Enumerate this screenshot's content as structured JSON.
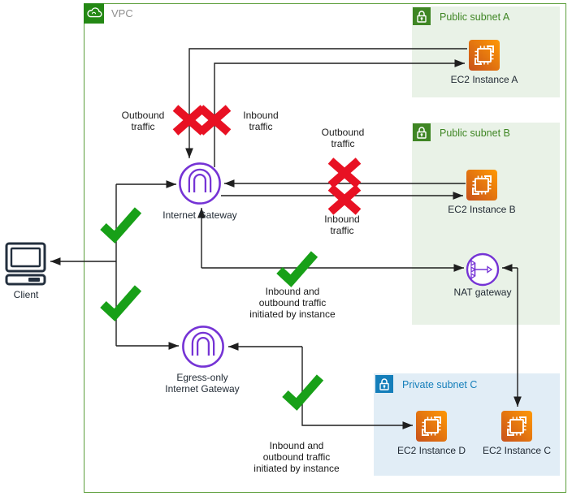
{
  "vpc": {
    "label": "VPC"
  },
  "subnets": {
    "a": {
      "label": "Public subnet A",
      "type": "public"
    },
    "b": {
      "label": "Public subnet B",
      "type": "public"
    },
    "c": {
      "label": "Private subnet C",
      "type": "private"
    }
  },
  "nodes": {
    "client": {
      "label": "Client"
    },
    "internet_gateway": {
      "label": "Internet Gateway"
    },
    "egress_only_internet_gateway": {
      "label": "Egress-only Internet Gateway"
    },
    "nat_gateway": {
      "label": "NAT gateway"
    },
    "ec2_a": {
      "label": "EC2 Instance A"
    },
    "ec2_b": {
      "label": "EC2 Instance B"
    },
    "ec2_c": {
      "label": "EC2 Instance C"
    },
    "ec2_d": {
      "label": "EC2 Instance D"
    }
  },
  "annotations": {
    "outbound_a": "Outbound traffic",
    "inbound_a": "Inbound traffic",
    "outbound_b": "Outbound traffic",
    "inbound_b": "Inbound traffic",
    "nat_flow": "Inbound and outbound traffic initiated by instance",
    "eigw_flow": "Inbound and outbound traffic initiated by instance"
  },
  "icons": {
    "vpc": "cloud-icon",
    "public_subnet": "lock-icon",
    "private_subnet": "lock-icon",
    "internet_gateway": "gateway-arch-icon",
    "egress_only_internet_gateway": "gateway-arch-icon",
    "nat_gateway": "nat-routing-icon",
    "ec2": "chip-icon",
    "client": "desktop-computer-icon",
    "allowed": "check-icon",
    "blocked": "cross-icon"
  },
  "colors": {
    "vpc_border": "#5C9E3B",
    "vpc_icon_green": "#248814",
    "public_subnet_bg": "#E9F2E7",
    "public_subnet_accent": "#3F8624",
    "private_subnet_bg": "#E1EDF6",
    "private_subnet_accent": "#147EBA",
    "gateway_purple": "#7533D5",
    "ec2_orange_dark": "#C8511B",
    "ec2_orange_light": "#FF9904",
    "check_green": "#18A018",
    "cross_red": "#E81123",
    "line": "#1F1F1F"
  }
}
